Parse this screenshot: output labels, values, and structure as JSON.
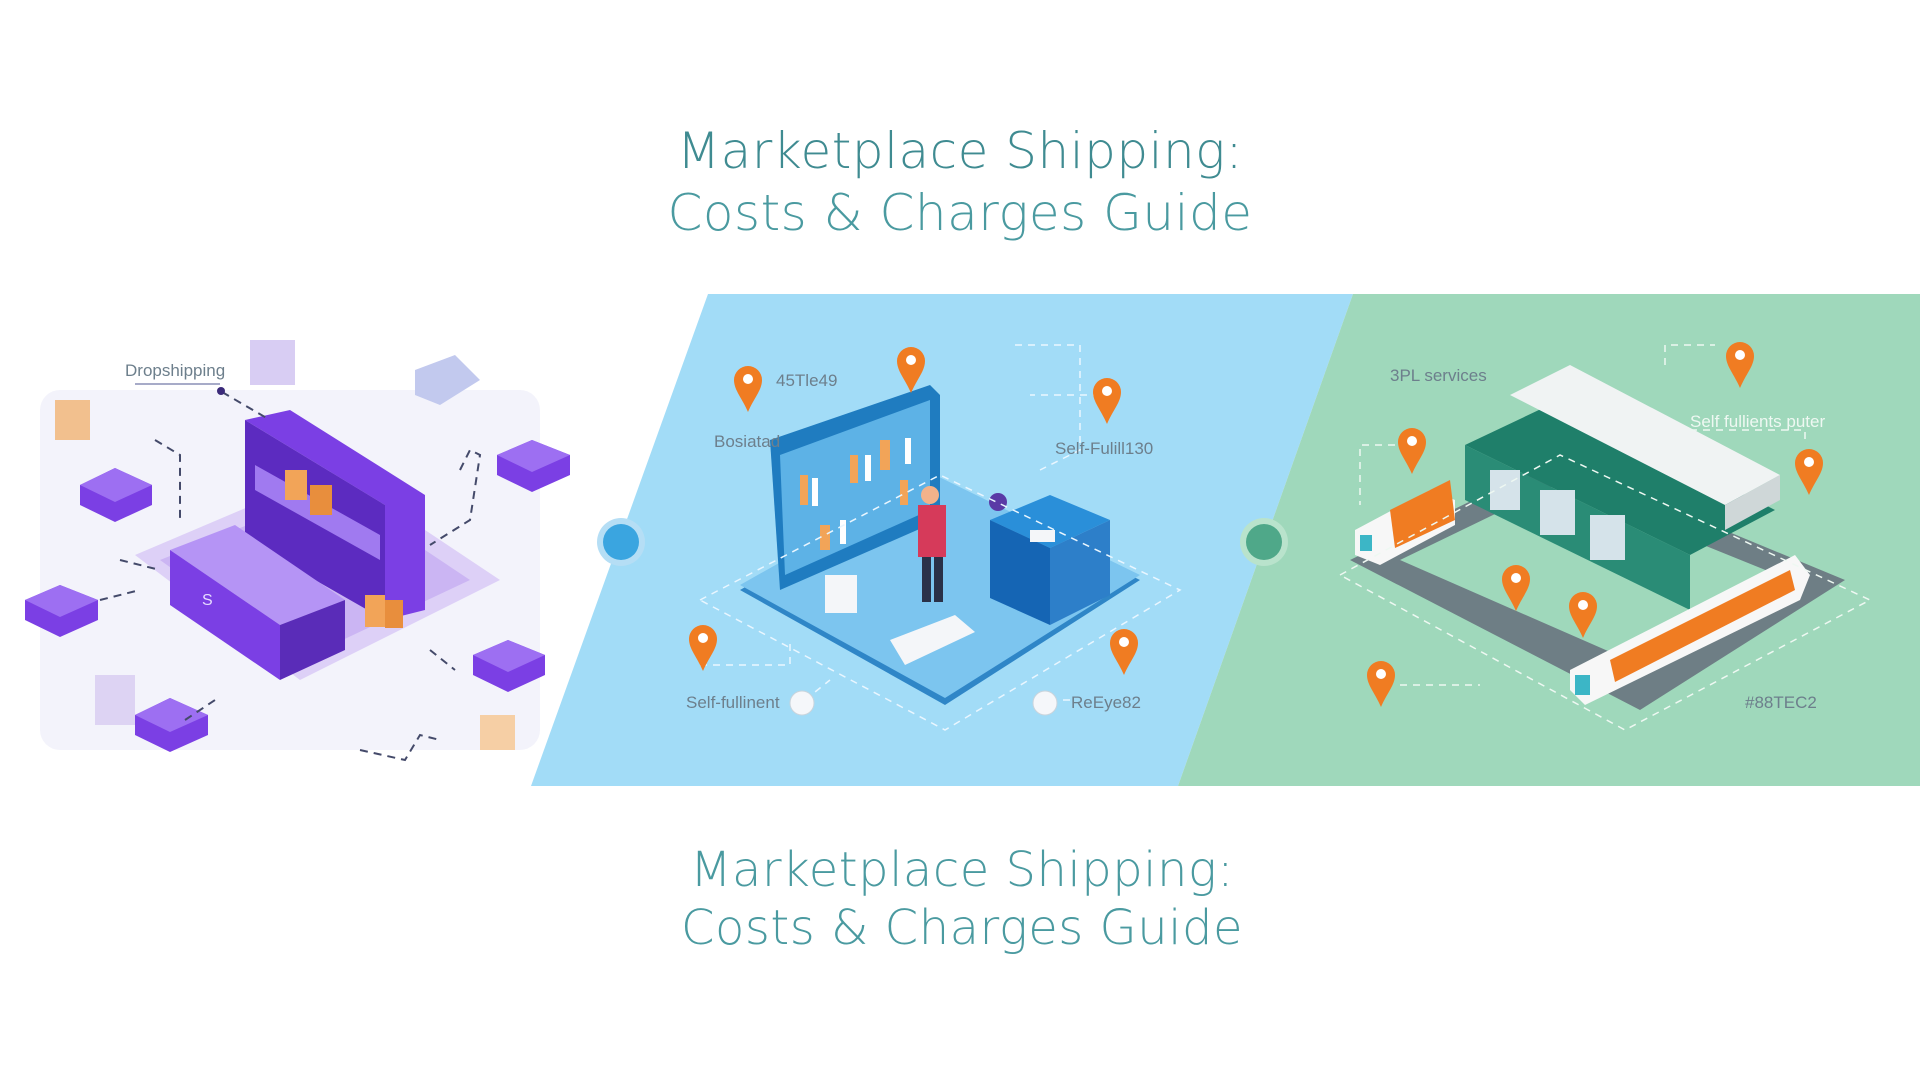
{
  "header": {
    "title_line1": "Marketplace Shipping:",
    "title_line2": "Costs & Charges Guide"
  },
  "footer": {
    "title_line1": "Marketplace Shipping:",
    "title_line2": "Costs & Charges Guide"
  },
  "panels": {
    "dropshipping": {
      "label": "Dropshipping",
      "box_letter": "S",
      "color": "#7b3fe4"
    },
    "self_fulfillment": {
      "color": "#a2dcf7",
      "labels": [
        "45Tle49",
        "Bosiatad",
        "Self-Fulill130",
        "Self-fullinent",
        "ReEye82"
      ]
    },
    "third_party": {
      "color": "#9fd8bb",
      "labels": [
        "3PL services",
        "Self fullients puter",
        "#88TEC2"
      ]
    }
  },
  "colors": {
    "title": "#3f8b91",
    "pin": "#f07c22",
    "blue_node": "#3aa5e0",
    "green_node": "#4fa889"
  }
}
